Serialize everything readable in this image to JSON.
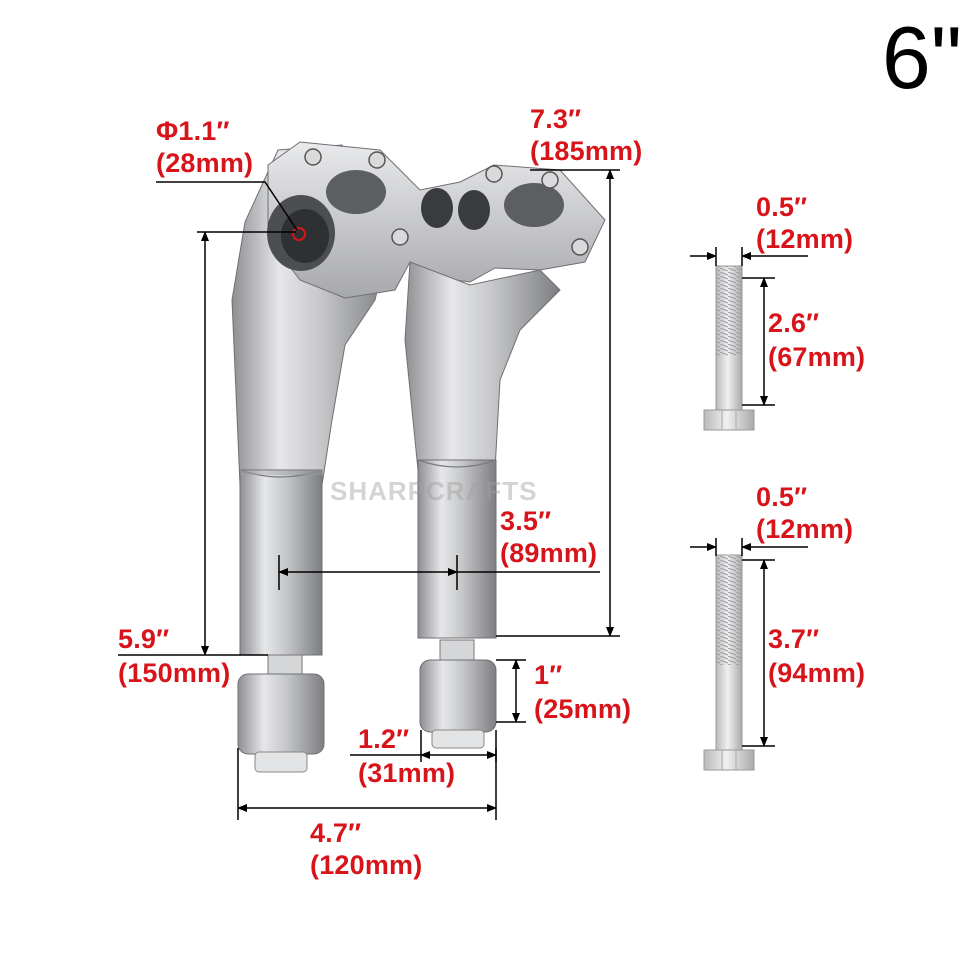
{
  "size_title": "6\"",
  "watermark": "SHARPCRAFTS",
  "dimensions": {
    "clamp_diameter": {
      "inch": "Φ1.1″",
      "mm": "(28mm)"
    },
    "overall_height": {
      "inch": "7.3″",
      "mm": "(185mm)"
    },
    "riser_height": {
      "inch": "5.9″",
      "mm": "(150mm)"
    },
    "riser_spacing": {
      "inch": "3.5″",
      "mm": "(89mm)"
    },
    "bushing_height": {
      "inch": "1″",
      "mm": "(25mm)"
    },
    "bushing_width": {
      "inch": "1.2″",
      "mm": "(31mm)"
    },
    "base_width": {
      "inch": "4.7″",
      "mm": "(120mm)"
    },
    "short_bolt_diameter": {
      "inch": "0.5″",
      "mm": "(12mm)"
    },
    "short_bolt_length": {
      "inch": "2.6″",
      "mm": "(67mm)"
    },
    "long_bolt_diameter": {
      "inch": "0.5″",
      "mm": "(12mm)"
    },
    "long_bolt_length": {
      "inch": "3.7″",
      "mm": "(94mm)"
    }
  },
  "colors": {
    "dimension_text": "#d8141b",
    "metal": "#c6c7c9",
    "line": "#000000"
  }
}
